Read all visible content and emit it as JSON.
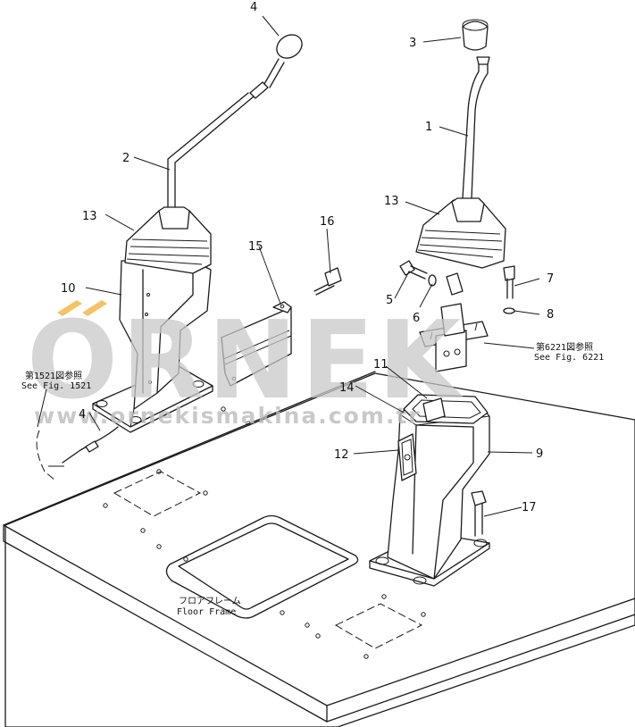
{
  "watermark": {
    "brand": "ORNEK",
    "url": "www.ornekismakina.com.tr",
    "accent_color": "#f2b84b",
    "text_color": "#c9c9c9"
  },
  "callouts": {
    "c1": "1",
    "c2": "2",
    "c3": "3",
    "c4a": "4",
    "c4b": "4",
    "c5": "5",
    "c6": "6",
    "c7": "7",
    "c8": "8",
    "c9": "9",
    "c10": "10",
    "c11": "11",
    "c12": "12",
    "c13a": "13",
    "c13b": "13",
    "c14": "14",
    "c15": "15",
    "c16": "16",
    "c17": "17"
  },
  "references": {
    "fig1521_jp": "第1521図参照",
    "fig1521_en": "See Fig. 1521",
    "fig6221_jp": "第6221図参照",
    "fig6221_en": "See Fig. 6221"
  },
  "floor_frame": {
    "label_jp": "フロアフレーム",
    "label_en": "Floor  Frame"
  }
}
